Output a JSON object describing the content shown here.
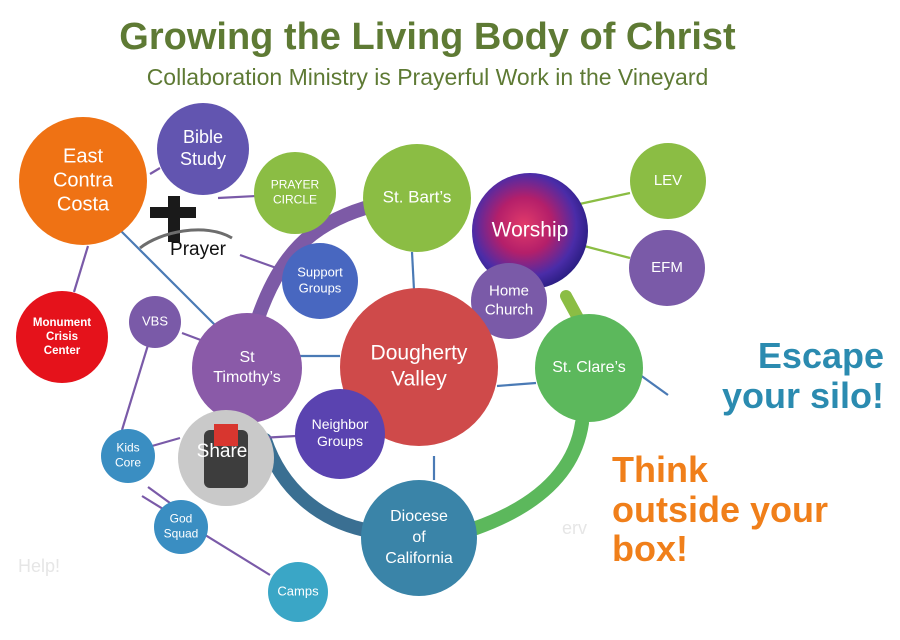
{
  "title": "Growing the Living Body of Christ",
  "subtitle": "Collaboration Ministry is Prayerful Work in the Vineyard",
  "prayer_label": "Prayer",
  "share_label": "Share",
  "escape_text": "Escape your silo!",
  "think_text": "Think outside your box!",
  "faint_left": "Help!",
  "faint_right": "erv",
  "nodes": [
    {
      "id": "east-contra-costa",
      "lines": [
        "East",
        "Contra",
        "Costa"
      ],
      "color": "#ef7214"
    },
    {
      "id": "bible-study",
      "lines": [
        "Bible",
        "Study"
      ],
      "color": "#6255b0"
    },
    {
      "id": "prayer-circle",
      "lines": [
        "PRAYER",
        "CIRCLE"
      ],
      "color": "#8bbd44"
    },
    {
      "id": "st-barts",
      "lines": [
        "St. Bart’s"
      ],
      "color": "#8bbd44"
    },
    {
      "id": "worship",
      "lines": [
        "Worship"
      ],
      "color": "#c1267d"
    },
    {
      "id": "lev",
      "lines": [
        "LEV"
      ],
      "color": "#8bbd44"
    },
    {
      "id": "efm",
      "lines": [
        "EFM"
      ],
      "color": "#7a5aa8"
    },
    {
      "id": "home-church",
      "lines": [
        "Home",
        "Church"
      ],
      "color": "#7a5aa8"
    },
    {
      "id": "support-groups",
      "lines": [
        "Support",
        "Groups"
      ],
      "color": "#4867c0"
    },
    {
      "id": "monument-crisis-center",
      "lines": [
        "Monument",
        "Crisis",
        "Center"
      ],
      "color": "#e5121b"
    },
    {
      "id": "vbs",
      "lines": [
        "VBS"
      ],
      "color": "#7a5aa8"
    },
    {
      "id": "st-timothys",
      "lines": [
        "St",
        "Timothy’s"
      ],
      "color": "#8a5aa8"
    },
    {
      "id": "dougherty-valley",
      "lines": [
        "Dougherty",
        "Valley"
      ],
      "color": "#cf4a4a"
    },
    {
      "id": "st-clares",
      "lines": [
        "St. Clare’s"
      ],
      "color": "#5cb85c"
    },
    {
      "id": "neighbor-groups",
      "lines": [
        "Neighbor",
        "Groups"
      ],
      "color": "#5a43b0"
    },
    {
      "id": "kids-core",
      "lines": [
        "Kids",
        "Core"
      ],
      "color": "#3a8ec2"
    },
    {
      "id": "god-squad",
      "lines": [
        "God",
        "Squad"
      ],
      "color": "#3a8ec2"
    },
    {
      "id": "diocese-of-california",
      "lines": [
        "Diocese",
        "of",
        "California"
      ],
      "color": "#3a84a8"
    },
    {
      "id": "camps",
      "lines": [
        "Camps"
      ],
      "color": "#3aa6c6"
    }
  ]
}
